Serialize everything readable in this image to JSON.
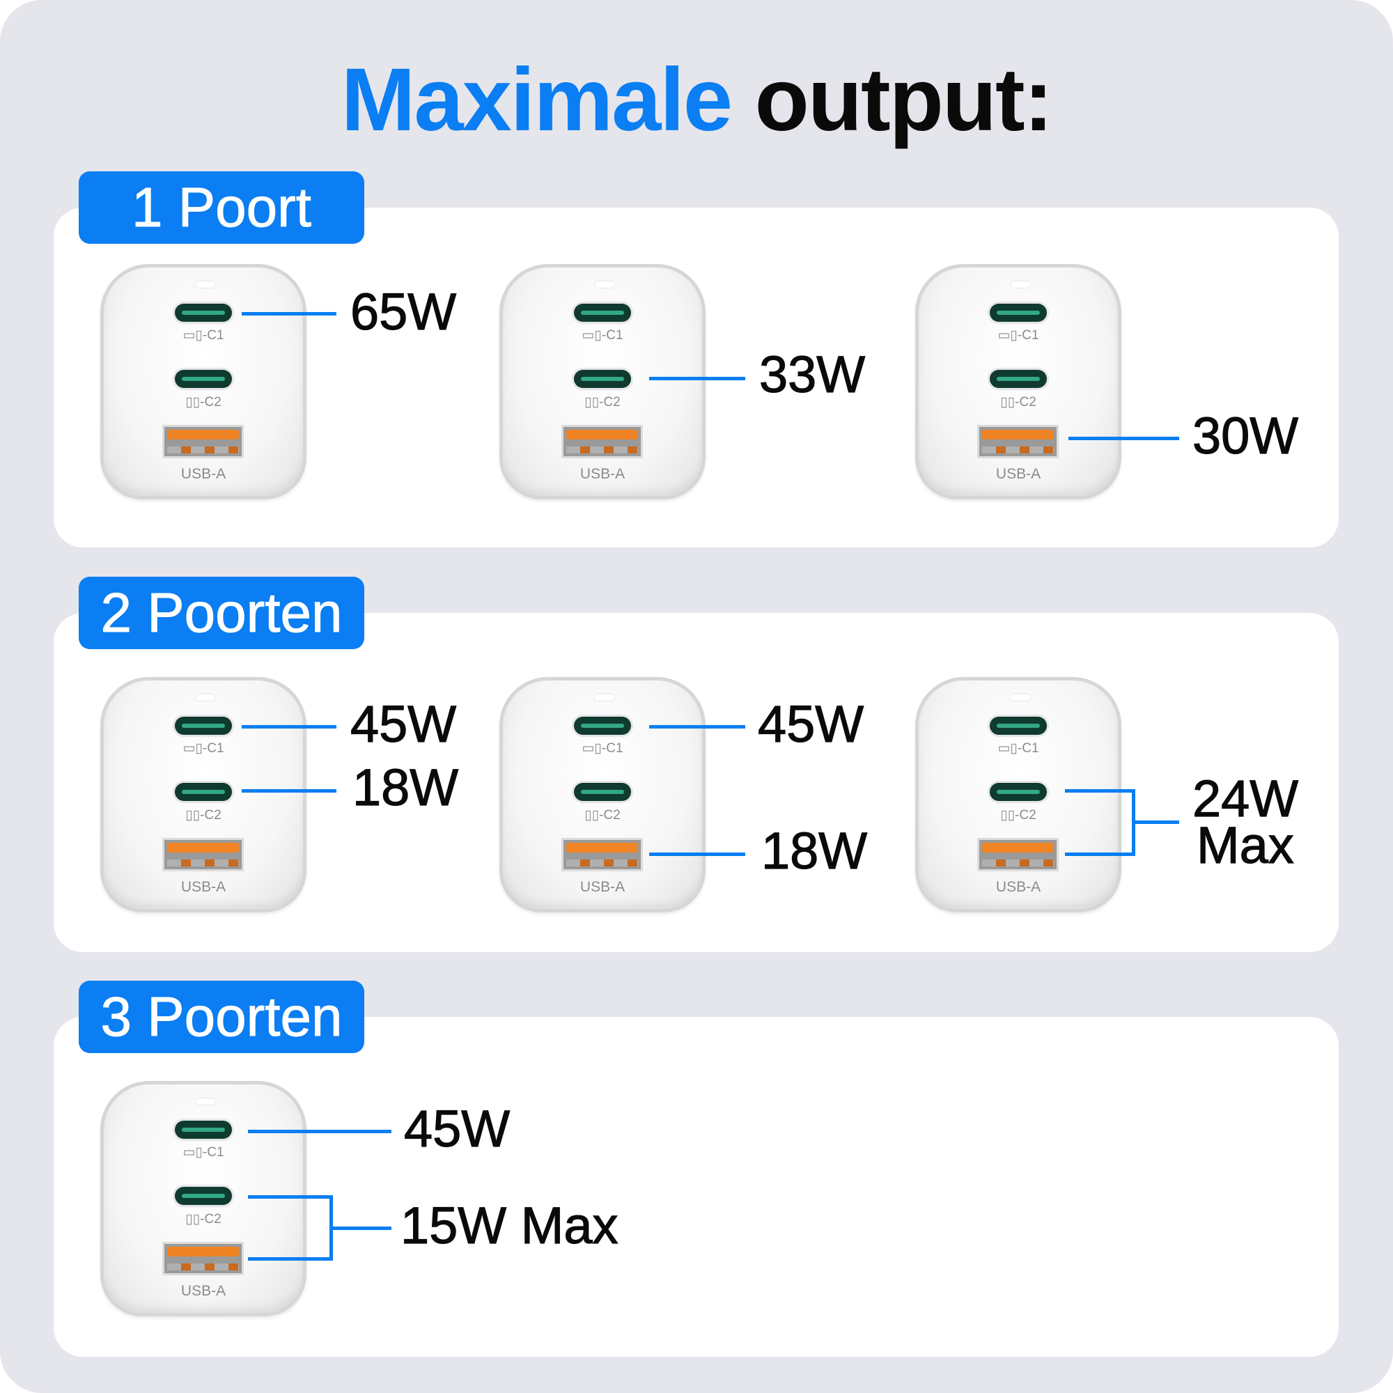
{
  "title": {
    "highlight": "Maximale",
    "rest": "output:"
  },
  "colors": {
    "accent": "#0a7ef2",
    "background": "#e5e5ec"
  },
  "port_labels": {
    "c1": "▭▯-C1",
    "c2": "▯▯-C2",
    "usb_a": "USB-A"
  },
  "sections": [
    {
      "label": "1 Poort",
      "configs": [
        {
          "outputs": [
            "65W"
          ]
        },
        {
          "outputs": [
            "33W"
          ]
        },
        {
          "outputs": [
            "30W"
          ]
        }
      ]
    },
    {
      "label": "2 Poorten",
      "configs": [
        {
          "outputs": [
            "45W",
            "18W"
          ]
        },
        {
          "outputs": [
            "45W",
            "18W"
          ]
        },
        {
          "outputs": [
            "24W",
            "Max"
          ]
        }
      ]
    },
    {
      "label": "3 Poorten",
      "configs": [
        {
          "outputs": [
            "45W",
            "15W Max"
          ]
        }
      ]
    }
  ]
}
